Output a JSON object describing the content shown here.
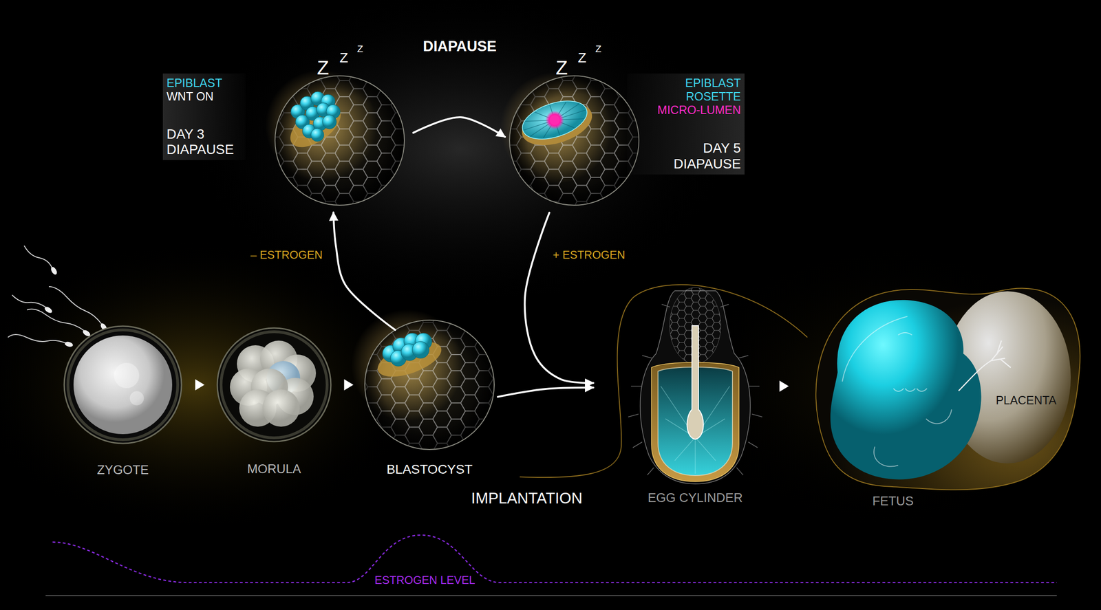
{
  "diagram": {
    "title": "DIAPAUSE",
    "nodes": [
      {
        "text": [
          "EPIBLAST",
          "WNT ON",
          "DAY 3 DIAPAUSE"
        ]
      },
      {
        "text": [
          "EPIBLAST ROSETTE",
          "MICRO-LUMEN",
          "DAY 5 DIAPAUSE"
        ]
      },
      {
        "text": [
          "ZYGOTE"
        ]
      },
      {
        "text": [
          "MORULA"
        ]
      },
      {
        "text": [
          "BLASTOCYST"
        ]
      },
      {
        "text": [
          "EGG CYLINDER"
        ]
      },
      {
        "text": [
          "FETUS"
        ]
      },
      {
        "text": [
          "PLACENTA"
        ],
        "in": 6
      }
    ],
    "edges": [
      {
        "from": 2,
        "to": 3,
        "arrow": "to"
      },
      {
        "from": 3,
        "to": 4,
        "arrow": "to"
      },
      {
        "from": 4,
        "to": 0,
        "label": "– ESTROGEN",
        "arrow": "to"
      },
      {
        "from": 0,
        "to": 1,
        "arrow": "to"
      },
      {
        "from": 1,
        "to": 5,
        "label": "+ ESTROGEN",
        "arrow": "to"
      },
      {
        "from": 4,
        "to": 5,
        "label": "IMPLANTATION",
        "arrow": "to"
      },
      {
        "from": 5,
        "to": 6,
        "arrow": "to"
      }
    ],
    "labels": [
      "Z",
      "Z",
      "Z",
      "Z",
      "Z",
      "Z",
      "ESTROGEN LEVEL"
    ]
  }
}
